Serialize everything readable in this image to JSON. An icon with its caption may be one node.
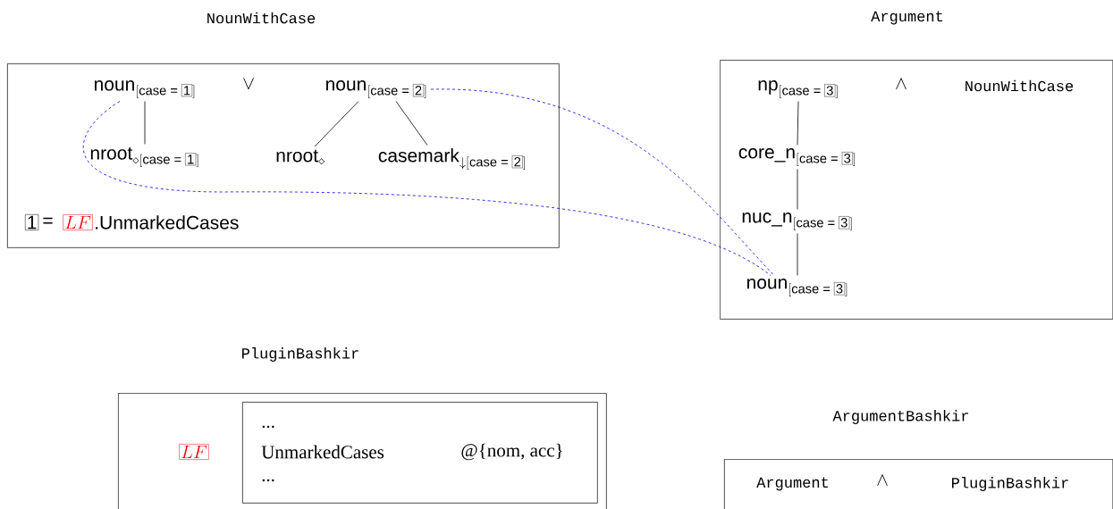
{
  "diagram": {
    "nodes": [
      {
        "text": [
          "NounWithCase",
          "\\vee",
          "1",
          "=",
          ".UnmarkedCases"
        ]
      },
      {
        "text": [
          "\\text{noun}_{[\\text{case = }\\text{\\fbox{1}}]}"
        ],
        "in": 0
      },
      {
        "text": [
          "\\text{nroot}_{\\diamond[\\text{case = }\\text{\\fbox{1}}]}"
        ],
        "in": 0
      },
      {
        "text": [
          "\\text{noun}_{[\\text{case = }\\text{\\fbox{2}}]}"
        ],
        "in": 0
      },
      {
        "text": [
          "\\text{nroot}_{\\diamond}"
        ],
        "in": 0
      },
      {
        "text": [
          "\\text{casemark}_{\\downarrow[\\text{case = }\\text{\\fbox{2}}]}"
        ],
        "in": 0
      },
      {
        "text": [
          "LF"
        ],
        "in": 0
      },
      {
        "text": [
          "Argument",
          "\\wedge",
          "NounWithCase"
        ]
      },
      {
        "text": [
          "\\text{np}_{[\\text{case = }\\text{\\fbox{3}}]}"
        ],
        "in": 7
      },
      {
        "text": [
          "\\text{core\\_n}_{[\\text{case = }\\text{\\fbox{3}}]}"
        ],
        "in": 7
      },
      {
        "text": [
          "\\text{nuc\\_n}_{[\\text{case = }\\text{\\fbox{3}}]}"
        ],
        "in": 7
      },
      {
        "text": [
          "\\text{noun}_{[\\text{case = }\\text{\\fbox{3}}]}"
        ],
        "in": 7
      },
      {
        "text": [
          "PluginBashkir"
        ]
      },
      {
        "text": [
          "LF"
        ],
        "in": 12
      },
      {
        "text": [
          "...",
          "UnmarkedCases",
          "@{nom, acc}",
          "..."
        ],
        "in": 12
      },
      {
        "text": [
          "ArgumentBashkir",
          "Argument",
          "\\wedge",
          "PluginBashkir"
        ]
      }
    ],
    "edges": [
      {
        "from": 1,
        "to": 2,
        "arrow": "none"
      },
      {
        "from": 3,
        "to": 4,
        "arrow": "none"
      },
      {
        "from": 3,
        "to": 5,
        "arrow": "none"
      },
      {
        "from": 8,
        "to": 9,
        "arrow": "none"
      },
      {
        "from": 9,
        "to": 10,
        "arrow": "none"
      },
      {
        "from": 10,
        "to": 11,
        "arrow": "none"
      },
      {
        "from": 1,
        "to": 11,
        "arrow": "none",
        "style": "dashed",
        "color": "#0000ff"
      },
      {
        "from": 3,
        "to": 11,
        "arrow": "none",
        "style": "dashed",
        "color": "#0000ff"
      }
    ]
  }
}
